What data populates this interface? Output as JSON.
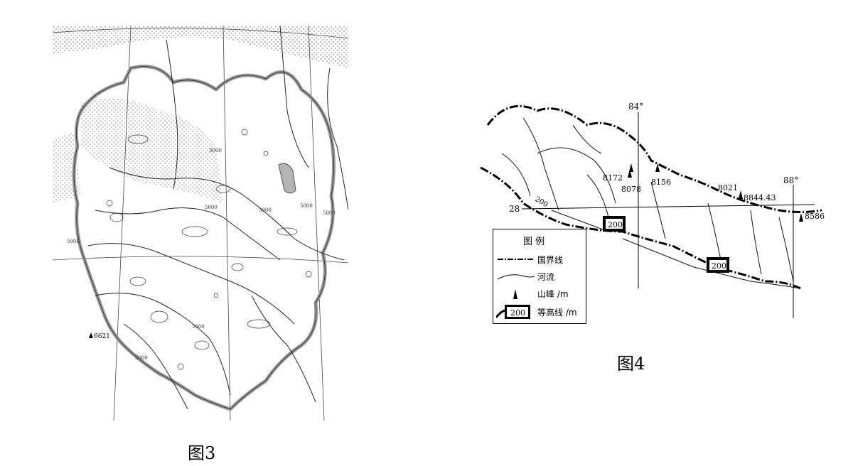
{
  "figure3": {
    "caption": "图3",
    "peak_label": "6621",
    "contour_labels": [
      "5000",
      "5000",
      "5000",
      "5000",
      "5000",
      "5000",
      "5000",
      "3000"
    ]
  },
  "figure4": {
    "caption": "图4",
    "meridian_labels": [
      "84°",
      "88°"
    ],
    "parallel_label": "28",
    "peaks": [
      "8172",
      "8078",
      "8156",
      "8021",
      "8844.43",
      "8586"
    ],
    "contour_value": "200",
    "legend": {
      "title": "图 例",
      "items": [
        {
          "symbol": "border-line",
          "label": "国界线"
        },
        {
          "symbol": "river-line",
          "label": "河流"
        },
        {
          "symbol": "peak-triangle",
          "label": "山峰 /m"
        },
        {
          "symbol": "contour-box",
          "label": "等高线 /m"
        }
      ]
    }
  },
  "colors": {
    "ink": "#000000",
    "plateau_border": "#9a9a9a",
    "lake": "#b4b4b4"
  },
  "icons": [
    "peak-triangle-icon",
    "border-line-icon",
    "river-line-icon",
    "contour-line-icon"
  ]
}
